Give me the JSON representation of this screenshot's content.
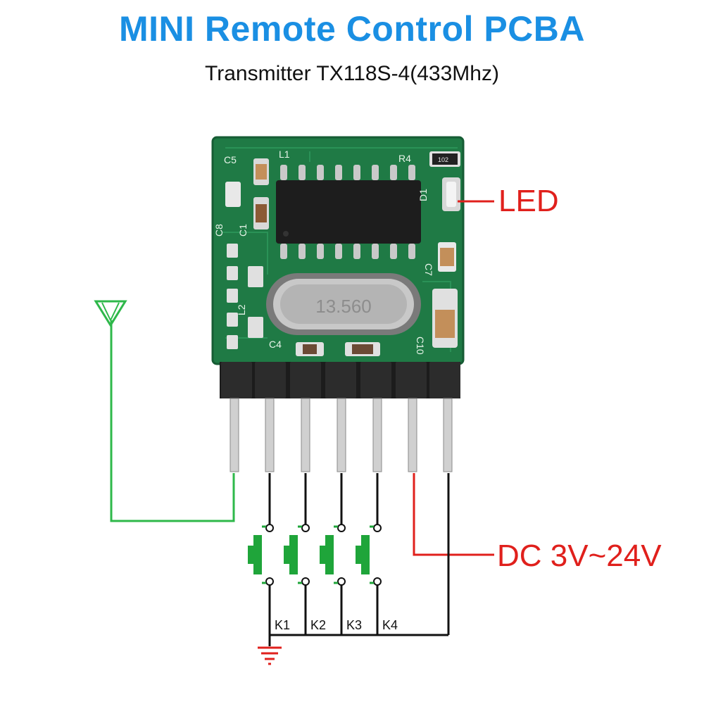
{
  "header": {
    "title": "MINI Remote Control PCBA",
    "subtitle": "Transmitter TX118S-4(433Mhz)"
  },
  "callouts": {
    "led": "LED",
    "power": "DC 3V~24V"
  },
  "keys": [
    "K1",
    "K2",
    "K3",
    "K4"
  ],
  "board": {
    "crystal": "13.560",
    "silkscreen": {
      "c5": "C5",
      "l1": "L1",
      "r4": "R4",
      "r102": "102",
      "d1": "D1",
      "c1": "C1",
      "c8": "C8",
      "c7": "C7",
      "l2": "L2",
      "c4": "C4",
      "c10": "C10"
    }
  },
  "colors": {
    "title": "#1a8fe3",
    "antenna_wire": "#2eb84a",
    "power_wire": "#e0201c",
    "pcb": "#1f7a45",
    "button": "#1fa53a"
  },
  "icons": {
    "antenna": "antenna-icon",
    "ground": "ground-icon"
  }
}
